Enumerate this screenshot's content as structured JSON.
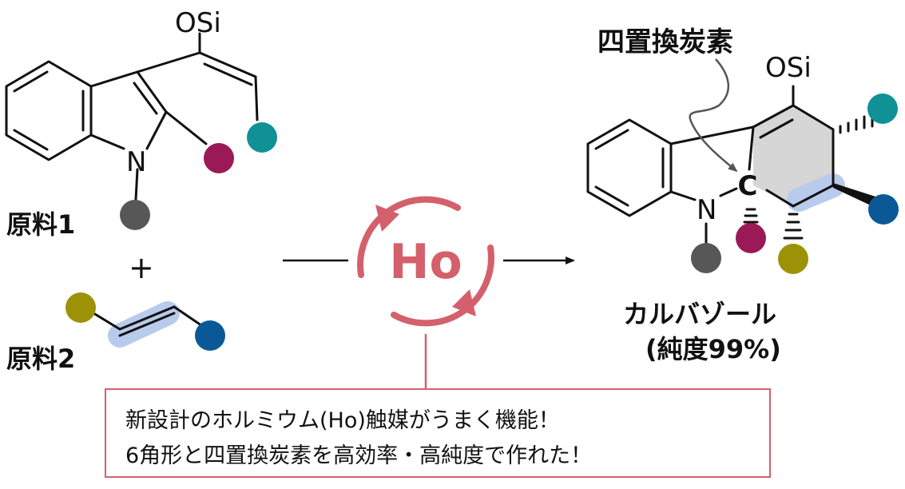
{
  "reactant1": {
    "osi_label": "OSi",
    "n_label": "N",
    "name": "原料1"
  },
  "plus_sign": "+",
  "reactant2": {
    "name": "原料2"
  },
  "catalyst": {
    "label": "Ho"
  },
  "product": {
    "osi_label": "OSi",
    "n_label": "N",
    "quaternary_atom_label": "C",
    "quaternary_callout": "四置換炭素",
    "name_line1": "カルバゾール",
    "name_line2": "(純度99%)"
  },
  "message": {
    "line1": "新設計のホルミウム(Ho)触媒がうまく機能！",
    "line2": "6角形と四置換炭素を高効率・高純度で作れた！"
  },
  "colors": {
    "teal": "#0f9196",
    "magenta": "#9b1956",
    "gray": "#575757",
    "olive": "#9c9208",
    "blue": "#0b5897",
    "catalyst_red": "#d4606c",
    "highlight_blue": "#b9cbec",
    "ring_fill": "#d6d6d6"
  }
}
